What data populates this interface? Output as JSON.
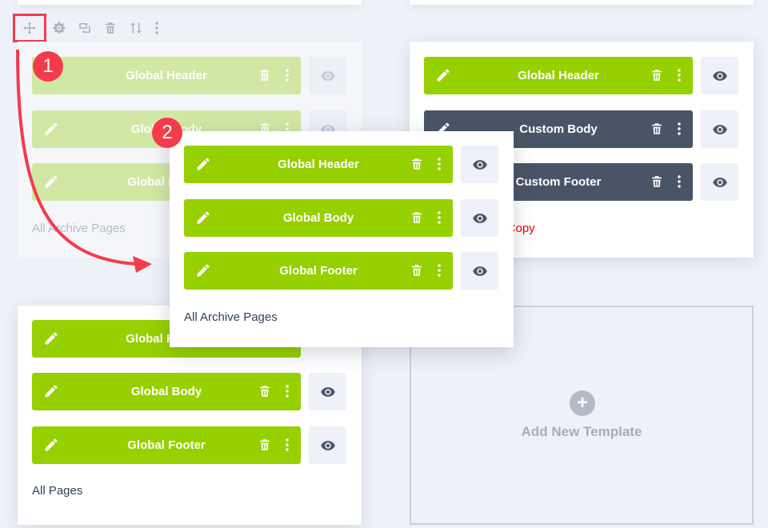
{
  "toolbar": {
    "icons": [
      "move-icon",
      "gear-icon",
      "duplicate-icon",
      "trash-icon",
      "sort-icon",
      "more-icon"
    ]
  },
  "badges": {
    "step1": "1",
    "step2": "2"
  },
  "colors": {
    "green": "#97d000",
    "dark": "#495566",
    "accent_red": "#f23c4c",
    "copy_red": "#ee0000"
  },
  "card_archive_source": {
    "rows": [
      {
        "label": "Global Header"
      },
      {
        "label": "Global Body"
      },
      {
        "label": "Global Footer"
      }
    ],
    "title": "All Archive Pages"
  },
  "card_custom": {
    "rows": [
      {
        "label": "Global Header"
      },
      {
        "label": "Custom Body"
      },
      {
        "label": "Custom Footer"
      }
    ],
    "title": "s Copy"
  },
  "card_dragging": {
    "rows": [
      {
        "label": "Global Header"
      },
      {
        "label": "Global Body"
      },
      {
        "label": "Global Footer"
      }
    ],
    "title": "All Archive Pages"
  },
  "card_all_pages": {
    "rows": [
      {
        "label": "Global Header"
      },
      {
        "label": "Global Body"
      },
      {
        "label": "Global Footer"
      }
    ],
    "title": "All Pages"
  },
  "add_template": {
    "plus": "+",
    "label": "Add New Template"
  }
}
